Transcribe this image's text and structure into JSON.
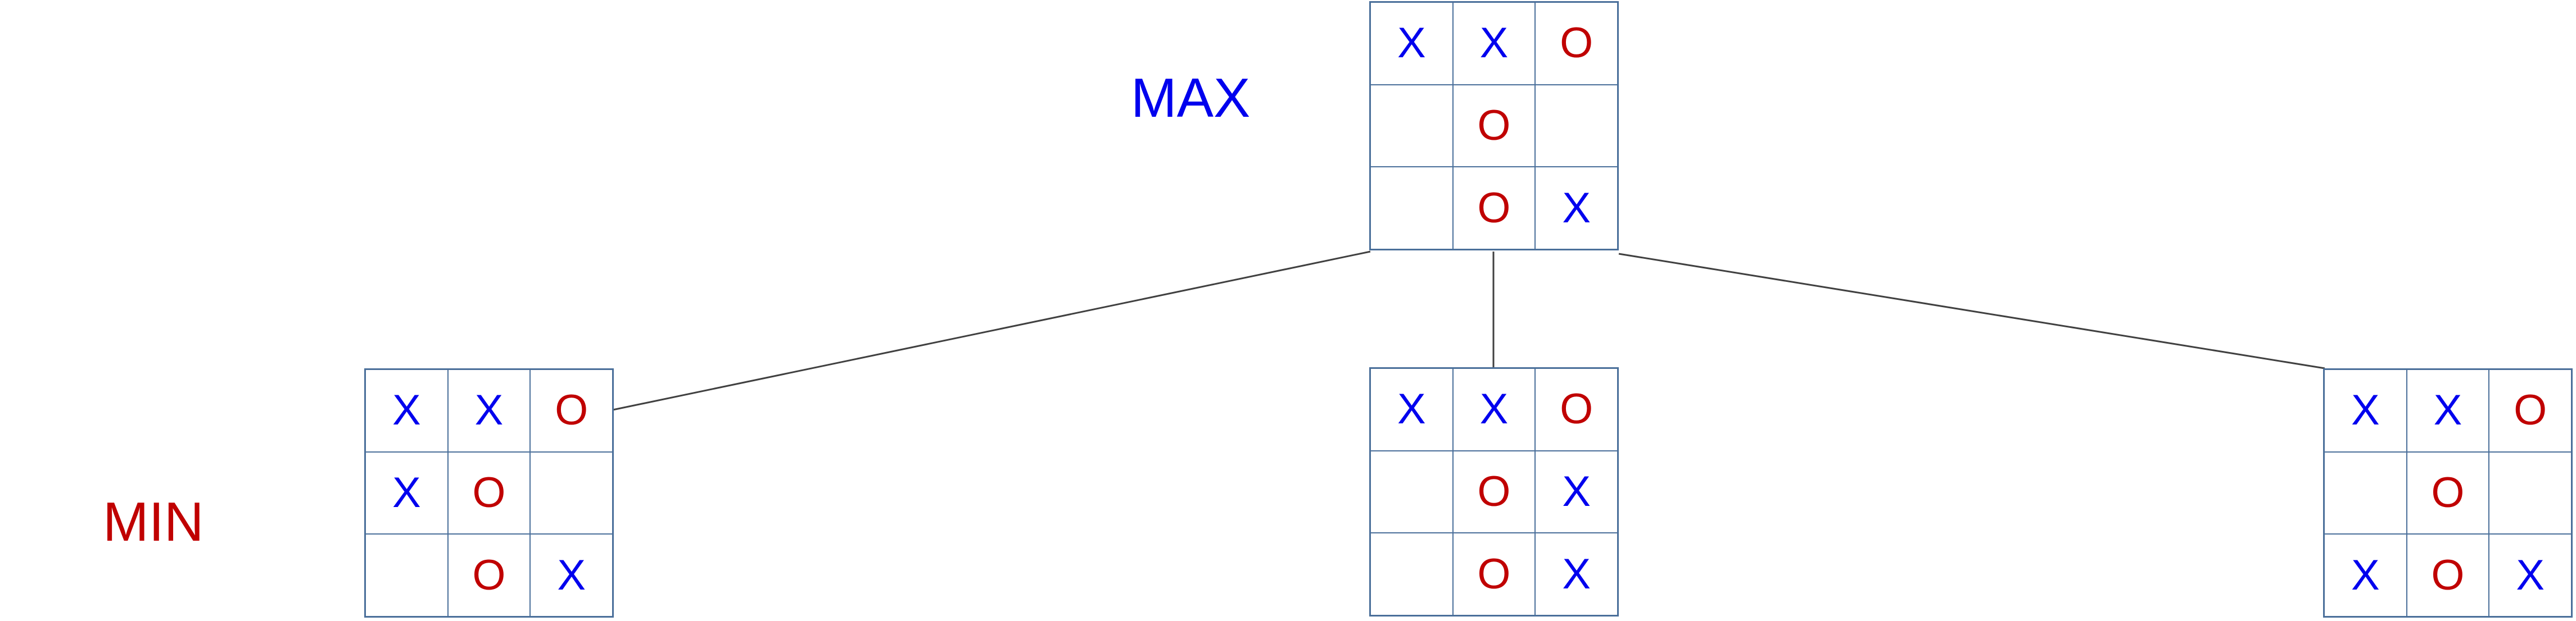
{
  "colors": {
    "max": "#0000ee",
    "min": "#c00000",
    "x_mark": "#0000ee",
    "o_mark": "#c00000",
    "grid": "#4a6f9a",
    "edge": "#404040"
  },
  "labels": {
    "max": "MAX",
    "min": "MIN"
  },
  "boards": {
    "root": {
      "cells": [
        "X",
        "X",
        "O",
        "",
        "O",
        "",
        "",
        "O",
        "X"
      ]
    },
    "left": {
      "cells": [
        "X",
        "X",
        "O",
        "X",
        "O",
        "",
        "",
        "O",
        "X"
      ]
    },
    "middle": {
      "cells": [
        "X",
        "X",
        "O",
        "",
        "O",
        "X",
        "",
        "O",
        "X"
      ]
    },
    "right": {
      "cells": [
        "X",
        "X",
        "O",
        "",
        "O",
        "",
        "X",
        "O",
        "X"
      ]
    }
  },
  "edges": [
    {
      "from": "root",
      "to": "left"
    },
    {
      "from": "root",
      "to": "middle"
    },
    {
      "from": "root",
      "to": "right"
    }
  ]
}
